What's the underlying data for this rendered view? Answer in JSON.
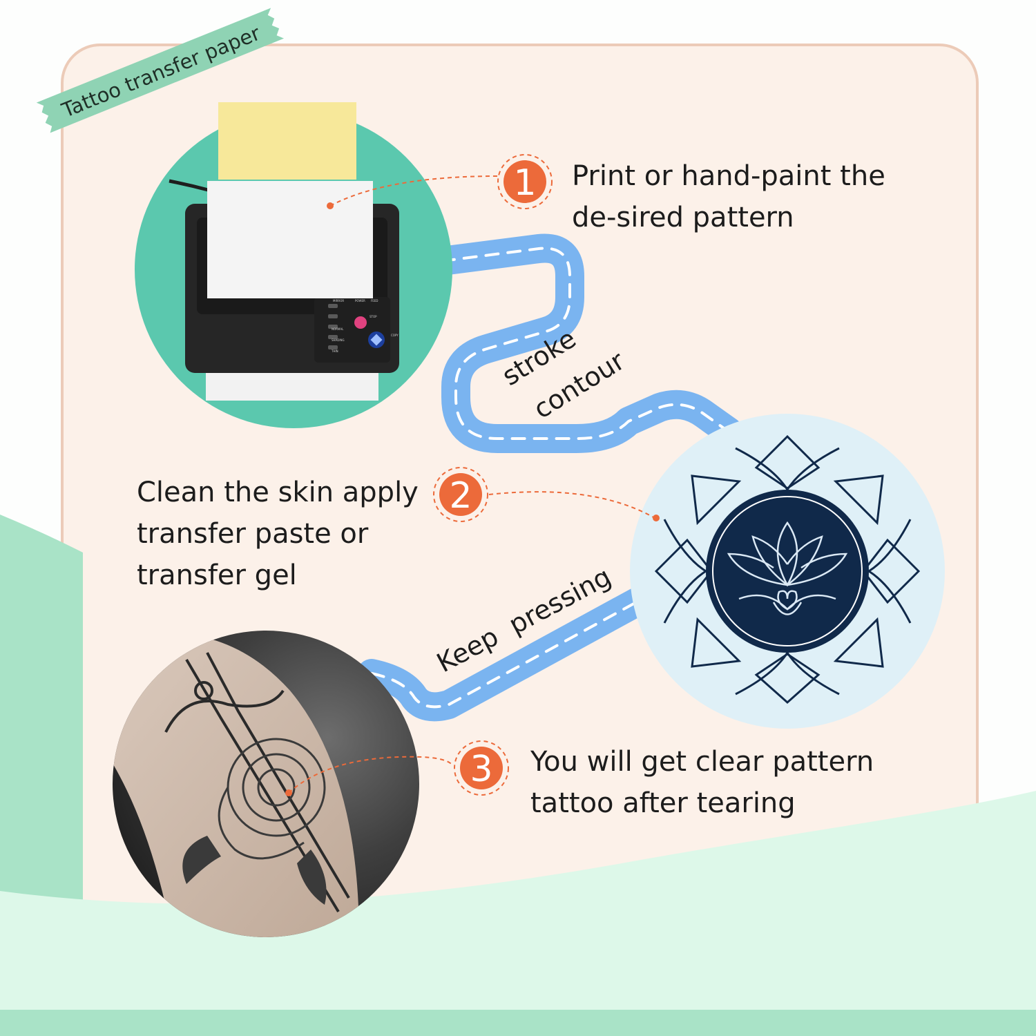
{
  "banner": {
    "label": "Tattoo transfer paper"
  },
  "steps": [
    {
      "number": "1",
      "text": "Print or hand-paint the\nde-sired pattern"
    },
    {
      "number": "2",
      "text": "Clean the skin apply\ntransfer paste or\ntransfer gel"
    },
    {
      "number": "3",
      "text": "You will get clear pattern\ntattoo after tearing"
    }
  ],
  "path_labels": {
    "stroke": "stroke",
    "contour": "contour",
    "keep_pressing": "Keep  pressing"
  },
  "machine": {
    "buttons": [
      "MIRROR",
      "POWER",
      "FEED",
      "STOP",
      "NORMAL",
      "COPY",
      "SHADING",
      "THIN"
    ]
  },
  "colors": {
    "card": "#fcf1e9",
    "card_border": "#eccbb8",
    "banner": "#8fd3b4",
    "mint": "#a9e3c7",
    "mint_light": "#ddf8e9",
    "teal_circle": "#5bc8ae",
    "road": "#7ab4f0",
    "badge": "#ec6a3a",
    "lotus_bg": "#dff0f7",
    "lotus_ink": "#10294a"
  }
}
